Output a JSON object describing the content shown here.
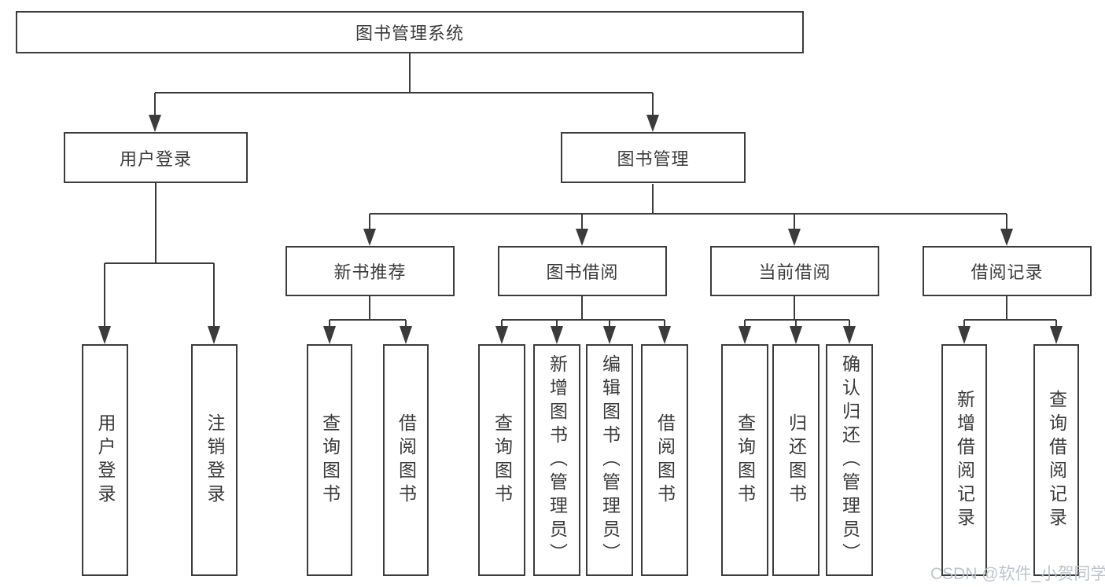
{
  "diagram_title": "图书管理系统",
  "tree": {
    "root": "图书管理系统",
    "branches": [
      {
        "label": "用户登录",
        "children": [
          "用户登录",
          "注销登录"
        ]
      },
      {
        "label": "图书管理",
        "children": [
          {
            "label": "新书推荐",
            "children": [
              "查询图书",
              "借阅图书"
            ]
          },
          {
            "label": "图书借阅",
            "children": [
              "查询图书",
              "新增图书（管理员）",
              "编辑图书（管理员）",
              "借阅图书"
            ]
          },
          {
            "label": "当前借阅",
            "children": [
              "查询图书",
              "归还图书",
              "确认归还（管理员）"
            ]
          },
          {
            "label": "借阅记录",
            "children": [
              "新增借阅记录",
              "查询借阅记录"
            ]
          }
        ]
      }
    ]
  },
  "watermark": {
    "text": "CSDN @软件_小贺同学"
  },
  "colors": {
    "line": "#3b3b3b",
    "text": "#3a3a3a",
    "background": "#ffffff",
    "watermark": "#bcc0ca"
  }
}
